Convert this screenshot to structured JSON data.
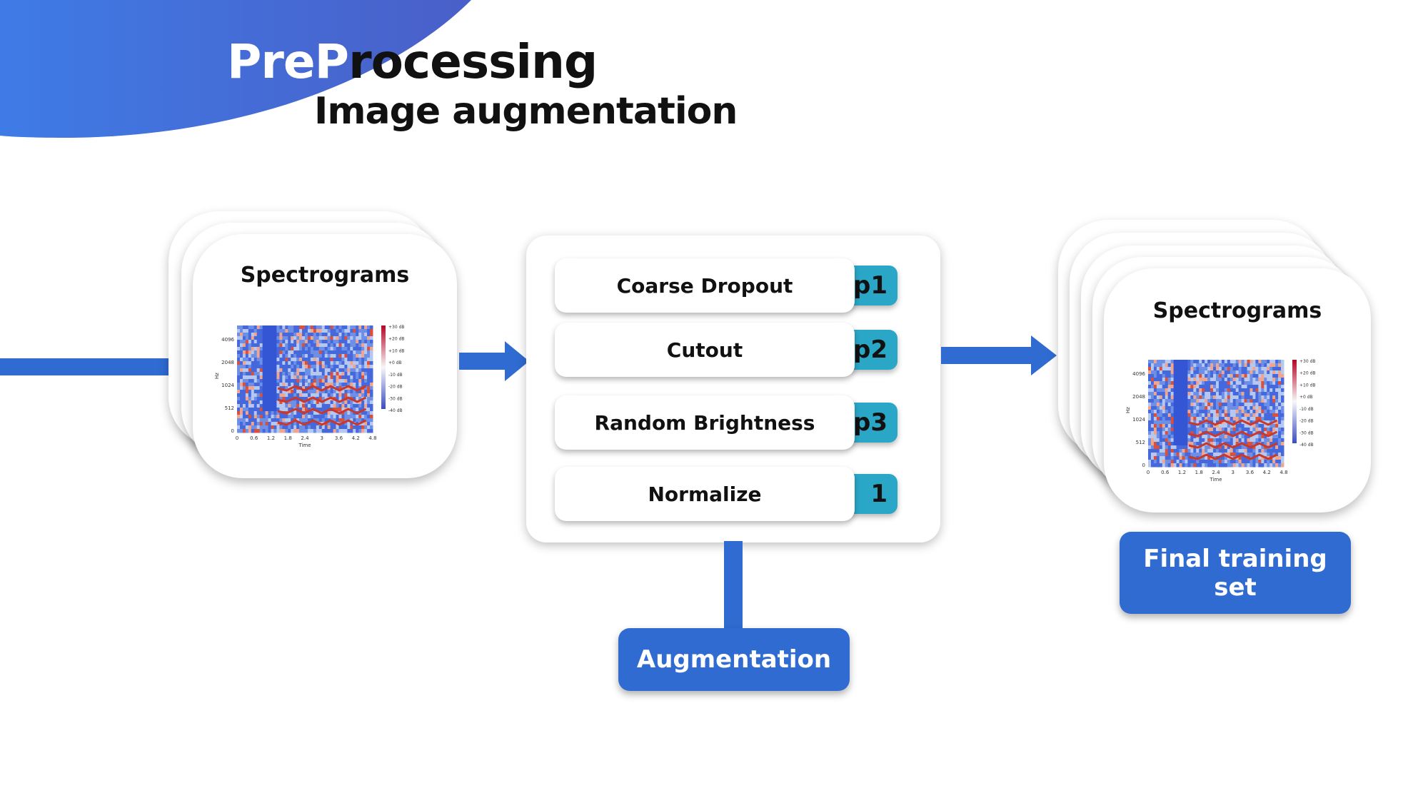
{
  "title": {
    "part1": "PreP",
    "part2": "rocessing",
    "subtitle": "Image augmentation"
  },
  "input_card": {
    "label": "Spectrograms"
  },
  "output_card": {
    "label": "Spectrograms"
  },
  "spectrogram": {
    "y_ticks": [
      "4096",
      "2048",
      "1024",
      "512",
      "0"
    ],
    "x_ticks": [
      "0",
      "0.6",
      "1.2",
      "1.8",
      "2.4",
      "3",
      "3.6",
      "4.2",
      "4.8"
    ],
    "x_label": "Time",
    "y_label": "Hz",
    "colorbar_ticks": [
      "+30 dB",
      "+20 dB",
      "+10 dB",
      "+0 dB",
      "-10 dB",
      "-20 dB",
      "-30 dB",
      "-40 dB"
    ]
  },
  "augmentations": [
    {
      "name": "Coarse Dropout",
      "prob": "p1"
    },
    {
      "name": "Cutout",
      "prob": "p2"
    },
    {
      "name": "Random Brightness",
      "prob": "p3"
    },
    {
      "name": "Normalize",
      "prob": "1"
    }
  ],
  "augmentation_label": "Augmentation",
  "final_label": "Final training set",
  "colors": {
    "primary_blue": "#2f6bd1",
    "teal": "#2aa6c6",
    "blob_start": "#3f7be6",
    "blob_end": "#4a5fc8"
  }
}
